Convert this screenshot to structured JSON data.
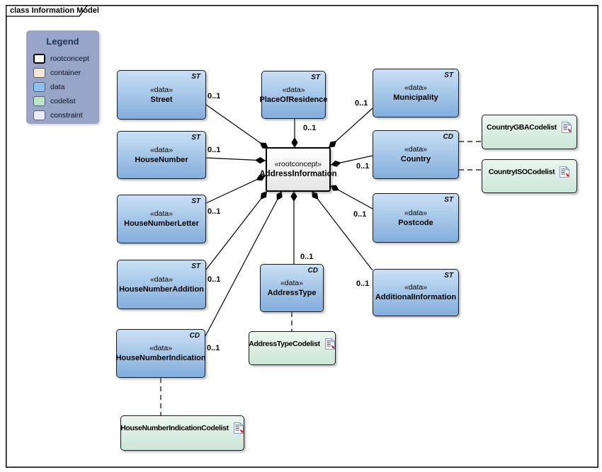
{
  "frame": {
    "title": "class Information Model"
  },
  "legend": {
    "title": "Legend",
    "items": [
      {
        "id": "rootconcept",
        "label": "rootconcept",
        "fill": "#FFFFFF",
        "border": "#000000",
        "thick": true
      },
      {
        "id": "container",
        "label": "container",
        "fill": "#F9E6D5",
        "border": "#5A5F6E",
        "thick": false
      },
      {
        "id": "data",
        "label": "data",
        "fill": "#8CC1EF",
        "border": "#5A5F6E",
        "thick": false
      },
      {
        "id": "codelist",
        "label": "codelist",
        "fill": "#BCE4CB",
        "border": "#5A5F6E",
        "thick": false
      },
      {
        "id": "constraint",
        "label": "constraint",
        "fill": "#EBEBFA",
        "border": "#5A5F6E",
        "thick": false
      }
    ]
  },
  "root": {
    "stereotype": "«rootconcept»",
    "name": "AddressInformation"
  },
  "data_nodes": [
    {
      "id": "street",
      "stereotype": "«data»",
      "name": "Street",
      "tag": "ST",
      "multiplicity": "0..1"
    },
    {
      "id": "house-number",
      "stereotype": "«data»",
      "name": "HouseNumber",
      "tag": "ST",
      "multiplicity": "0..1"
    },
    {
      "id": "house-number-letter",
      "stereotype": "«data»",
      "name": "HouseNumberLetter",
      "tag": "ST",
      "multiplicity": "0..1"
    },
    {
      "id": "house-number-addition",
      "stereotype": "«data»",
      "name": "HouseNumberAddition",
      "tag": "ST",
      "multiplicity": "0..1"
    },
    {
      "id": "house-number-indication",
      "stereotype": "«data»",
      "name": "HouseNumberIndication",
      "tag": "CD",
      "multiplicity": "0..1"
    },
    {
      "id": "place-of-residence",
      "stereotype": "«data»",
      "name": "PlaceOfResidence",
      "tag": "ST",
      "multiplicity": "0..1"
    },
    {
      "id": "address-type",
      "stereotype": "«data»",
      "name": "AddressType",
      "tag": "CD",
      "multiplicity": "0..1"
    },
    {
      "id": "municipality",
      "stereotype": "«data»",
      "name": "Municipality",
      "tag": "ST",
      "multiplicity": "0..1"
    },
    {
      "id": "country",
      "stereotype": "«data»",
      "name": "Country",
      "tag": "CD",
      "multiplicity": "0..1"
    },
    {
      "id": "postcode",
      "stereotype": "«data»",
      "name": "Postcode",
      "tag": "ST",
      "multiplicity": "0..1"
    },
    {
      "id": "additional-information",
      "stereotype": "«data»",
      "name": "AdditionalInformation",
      "tag": "ST",
      "multiplicity": "0..1"
    }
  ],
  "codelist_nodes": [
    {
      "id": "country-gba-codelist",
      "name": "CountryGBACodelist",
      "icon": "document-icon"
    },
    {
      "id": "country-iso-codelist",
      "name": "CountryISOCodelist",
      "icon": "document-icon"
    },
    {
      "id": "address-type-codelist",
      "name": "AddressTypeCodelist",
      "icon": "document-icon"
    },
    {
      "id": "house-number-indication-codelist",
      "name": "HouseNumberIndicationCodelist",
      "icon": "document-icon"
    }
  ],
  "colors": {
    "data_fill_top": "#C9E0F5",
    "data_fill_bottom": "#83ADDB",
    "data_border": "#15181D",
    "codelist_fill_top": "#ECF7F1",
    "codelist_fill_bottom": "#CBE5D6",
    "codelist_border": "#15181D",
    "root_fill_top": "#FFFFFF",
    "root_fill_bottom": "#E4E4E4",
    "root_border": "#000000",
    "legend_bg": "#98A5C8",
    "legend_title": "#17365D",
    "connector": "#000000",
    "frame_border": "#000000"
  }
}
